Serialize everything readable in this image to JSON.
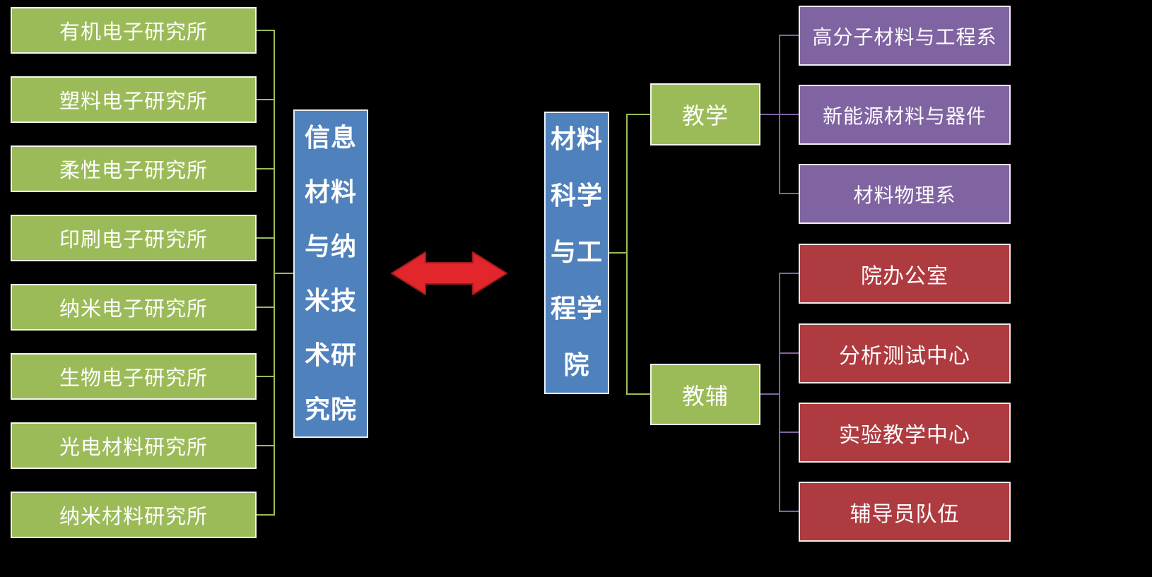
{
  "colors": {
    "background": "#000000",
    "green": "#9BBB59",
    "blue": "#4F81BD",
    "purple": "#8064A2",
    "red": "#AE3B40",
    "arrow": "#E2262C",
    "arrow_edge": "#9C1C1C"
  },
  "icons": {
    "arrow": "double-headed-horizontal-arrow"
  },
  "left": {
    "root": "信息材料与纳米技术研究院",
    "root_lines": [
      "信息",
      "材料",
      "与纳",
      "米技",
      "术研",
      "究院"
    ],
    "institutes": [
      "有机电子研究所",
      "塑料电子研究所",
      "柔性电子研究所",
      "印刷电子研究所",
      "纳米电子研究所",
      "生物电子研究所",
      "光电材料研究所",
      "纳米材料研究所"
    ]
  },
  "right": {
    "root": "材料科学与工程学院",
    "root_lines": [
      "材料",
      "科学",
      "与工",
      "程学",
      "院"
    ],
    "branches": [
      {
        "label": "教学",
        "children": [
          "高分子材料与工程系",
          "新能源材料与器件",
          "材料物理系"
        ]
      },
      {
        "label": "教辅",
        "children": [
          "院办公室",
          "分析测试中心",
          "实验教学中心",
          "辅导员队伍"
        ]
      }
    ]
  }
}
